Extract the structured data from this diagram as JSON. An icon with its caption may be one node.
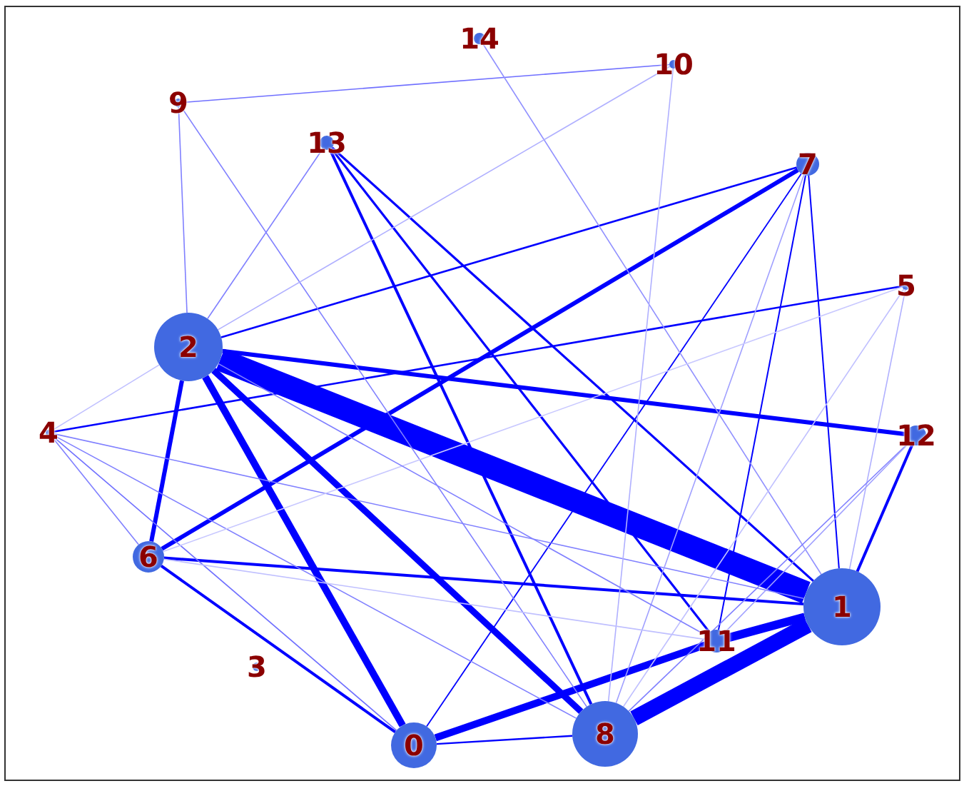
{
  "diagram": {
    "nodes": [
      {
        "text": [
          "0"
        ]
      },
      {
        "text": [
          "1"
        ]
      },
      {
        "text": [
          "2"
        ]
      },
      {
        "text": [
          "3"
        ]
      },
      {
        "text": [
          "4"
        ]
      },
      {
        "text": [
          "5"
        ]
      },
      {
        "text": [
          "6"
        ]
      },
      {
        "text": [
          "7"
        ]
      },
      {
        "text": [
          "8"
        ]
      },
      {
        "text": [
          "9"
        ]
      },
      {
        "text": [
          "10"
        ]
      },
      {
        "text": [
          "11"
        ]
      },
      {
        "text": [
          "12"
        ]
      },
      {
        "text": [
          "13"
        ]
      },
      {
        "text": [
          "14"
        ]
      }
    ],
    "edges": [
      {
        "from": 2,
        "to": 1,
        "arrow": "none",
        "style": "thick"
      },
      {
        "from": 1,
        "to": 8,
        "arrow": "none",
        "style": "thick"
      },
      {
        "from": 0,
        "to": 11,
        "arrow": "none",
        "style": "thick"
      },
      {
        "from": 2,
        "to": 0,
        "arrow": "none",
        "style": "thick"
      },
      {
        "from": 2,
        "to": 8,
        "arrow": "none",
        "style": "thick"
      },
      {
        "from": 2,
        "to": 6,
        "arrow": "none",
        "style": "thick"
      },
      {
        "from": 6,
        "to": 7,
        "arrow": "none",
        "style": "thick"
      },
      {
        "from": 2,
        "to": 12,
        "arrow": "none",
        "style": "thick"
      },
      {
        "from": 6,
        "to": 1,
        "arrow": "none"
      },
      {
        "from": 6,
        "to": 0,
        "arrow": "none"
      },
      {
        "from": 12,
        "to": 1,
        "arrow": "none"
      },
      {
        "from": 13,
        "to": 8,
        "arrow": "none"
      },
      {
        "from": 13,
        "to": 1,
        "arrow": "none"
      },
      {
        "from": 13,
        "to": 11,
        "arrow": "none"
      },
      {
        "from": 2,
        "to": 7,
        "arrow": "none"
      },
      {
        "from": 4,
        "to": 5,
        "arrow": "none"
      },
      {
        "from": 7,
        "to": 11,
        "arrow": "none"
      },
      {
        "from": 7,
        "to": 1,
        "arrow": "none"
      },
      {
        "from": 7,
        "to": 0,
        "arrow": "none"
      },
      {
        "from": 8,
        "to": 0,
        "arrow": "none"
      },
      {
        "from": 9,
        "to": 10,
        "arrow": "none",
        "color": "#7070ff"
      },
      {
        "from": 9,
        "to": 2,
        "arrow": "none",
        "color": "#8080ff"
      },
      {
        "from": 9,
        "to": 8,
        "arrow": "none",
        "color": "#8080ff"
      },
      {
        "from": 13,
        "to": 2,
        "arrow": "none",
        "color": "#8080ff"
      },
      {
        "from": 14,
        "to": 1,
        "arrow": "none",
        "color": "#9090ff"
      },
      {
        "from": 4,
        "to": 6,
        "arrow": "none",
        "color": "#8080ff"
      },
      {
        "from": 4,
        "to": 0,
        "arrow": "none",
        "color": "#7070ff"
      },
      {
        "from": 4,
        "to": 1,
        "arrow": "none",
        "color": "#8080ff"
      },
      {
        "from": 4,
        "to": 8,
        "arrow": "none",
        "color": "#8080ff"
      },
      {
        "from": 4,
        "to": 2,
        "arrow": "none",
        "color": "#c0c0ff"
      },
      {
        "from": 10,
        "to": 2,
        "arrow": "none",
        "color": "#b0b0ff"
      },
      {
        "from": 10,
        "to": 8,
        "arrow": "none",
        "color": "#b0b0ff"
      },
      {
        "from": 11,
        "to": 1,
        "arrow": "none",
        "style": "thick"
      },
      {
        "from": 7,
        "to": 8,
        "arrow": "none",
        "color": "#a0a0ff"
      },
      {
        "from": 5,
        "to": 1,
        "arrow": "none",
        "color": "#b0b0ff"
      },
      {
        "from": 5,
        "to": 8,
        "arrow": "none",
        "color": "#c0c0ff"
      },
      {
        "from": 5,
        "to": 6,
        "arrow": "none",
        "color": "#c8c8ff"
      },
      {
        "from": 12,
        "to": 8,
        "arrow": "none",
        "color": "#8080ff"
      },
      {
        "from": 12,
        "to": 11,
        "arrow": "none",
        "color": "#a0a0ff"
      },
      {
        "from": 2,
        "to": 11,
        "arrow": "none",
        "color": "#8080ff"
      },
      {
        "from": 6,
        "to": 11,
        "arrow": "none",
        "color": "#c0c0ff"
      }
    ]
  }
}
